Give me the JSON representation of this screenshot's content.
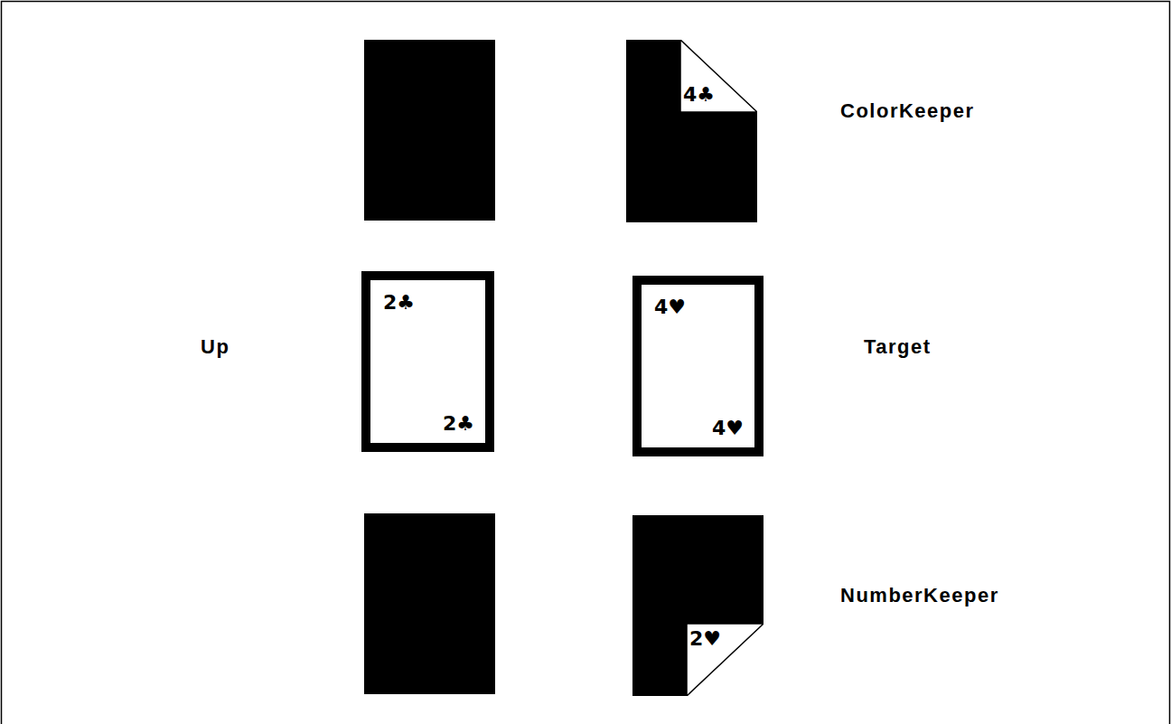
{
  "diagram": {
    "nodes": [
      {
        "text": [
          "4♣"
        ]
      },
      {
        "text": [
          "2♣",
          "2♣"
        ]
      },
      {
        "text": [
          "4♥",
          "4♥"
        ]
      },
      {
        "text": [
          "2♥"
        ]
      }
    ],
    "labels": [
      "ColorKeeper",
      "Up",
      "Target",
      "NumberKeeper"
    ]
  }
}
